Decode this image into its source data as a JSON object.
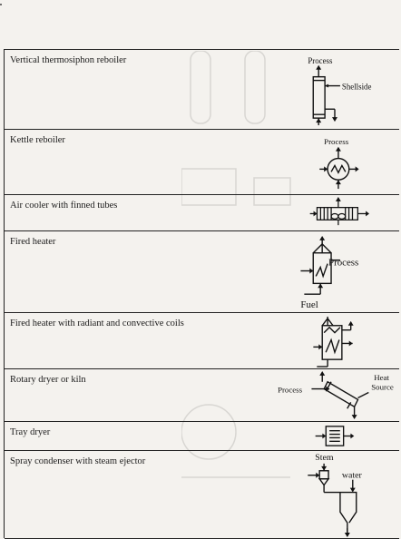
{
  "rows": [
    {
      "label": "Vertical thermosiphon reboiler",
      "annotations": {
        "top": "Process",
        "right": "Shellside"
      }
    },
    {
      "label": "Kettle reboiler",
      "annotations": {
        "top": "Process"
      }
    },
    {
      "label": "Air cooler with finned tubes"
    },
    {
      "label": "Fired heater",
      "annotations": {
        "right": "Process",
        "bottom": "Fuel"
      }
    },
    {
      "label": "Fired heater with radiant and convective coils"
    },
    {
      "label": "Rotary dryer or kiln",
      "annotations": {
        "left": "Process",
        "right_top": "Heat",
        "right_bottom": "Source"
      }
    },
    {
      "label": "Tray dryer"
    },
    {
      "label": "Spray condenser with steam ejector",
      "annotations": {
        "top": "Stem",
        "right": "water"
      }
    }
  ]
}
